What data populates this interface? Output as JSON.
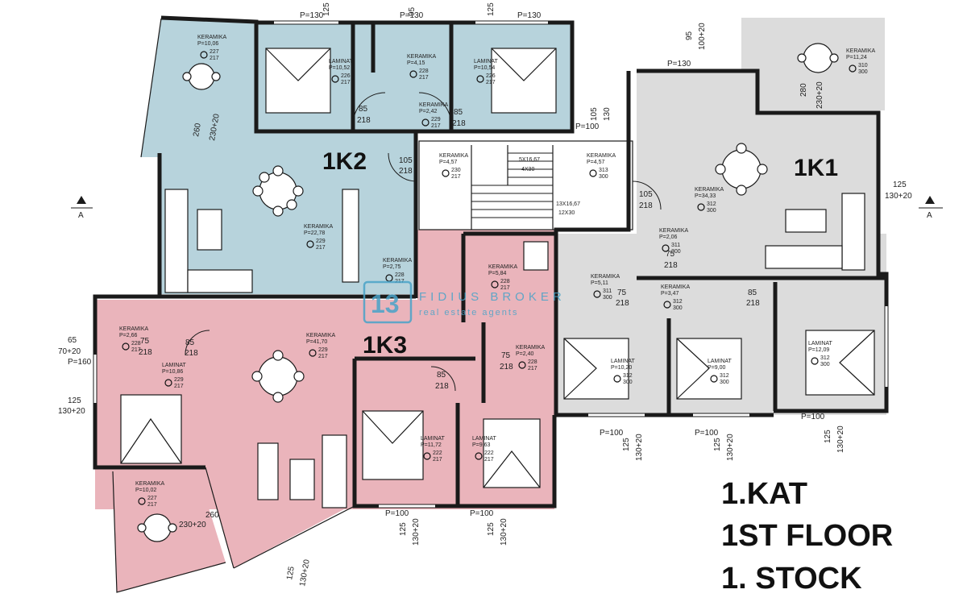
{
  "units": {
    "k2": "1K2",
    "k1": "1K1",
    "k3": "1K3"
  },
  "floor_labels": {
    "kat": "1.KAT",
    "en": "1ST FLOOR",
    "de": "1. STOCK"
  },
  "watermark": {
    "logo": "13",
    "name": "FIDIUS BROKER",
    "tagline": "real estate agents"
  },
  "rooms": {
    "k2_terrace": {
      "material": "KERAMIKA",
      "area": "P=10,06",
      "code_a": "227",
      "code_b": "217"
    },
    "k2_bed1": {
      "material": "LAMINAT",
      "area": "P=10,52",
      "code_a": "226",
      "code_b": "217"
    },
    "k2_bath": {
      "material": "KERAMIKA",
      "area": "P=4,15",
      "code_a": "228",
      "code_b": "217"
    },
    "k2_bed2": {
      "material": "LAMINAT",
      "area": "P=10,54",
      "code_a": "226",
      "code_b": "217"
    },
    "k2_hall": {
      "material": "KERAMIKA",
      "area": "P=2,42",
      "code_a": "229",
      "code_b": "217"
    },
    "k2_living": {
      "material": "KERAMIKA",
      "area": "P=22,78",
      "code_a": "229",
      "code_b": "217"
    },
    "k2_wc": {
      "material": "KERAMIKA",
      "area": "P=2,75",
      "code_a": "228",
      "code_b": "217"
    },
    "stair_left": {
      "material": "KERAMIKA",
      "area": "P=4,57",
      "code_a": "230",
      "code_b": "217"
    },
    "stair_right": {
      "material": "KERAMIKA",
      "area": "P=4,57",
      "code_a": "313",
      "code_b": "300"
    },
    "k1_terrace": {
      "material": "KERAMIKA",
      "area": "P=11,24",
      "code_a": "310",
      "code_b": "300"
    },
    "k1_living": {
      "material": "KERAMIKA",
      "area": "P=34,33",
      "code_a": "312",
      "code_b": "300"
    },
    "k1_wc": {
      "material": "KERAMIKA",
      "area": "P=2,06",
      "code_a": "311",
      "code_b": "300"
    },
    "k1_bath": {
      "material": "KERAMIKA",
      "area": "P=5,11",
      "code_a": "311",
      "code_b": "300"
    },
    "k1_hall": {
      "material": "KERAMIKA",
      "area": "P=3,47",
      "code_a": "312",
      "code_b": "300"
    },
    "k1_bed1": {
      "material": "LAMINAT",
      "area": "P=10,20",
      "code_a": "312",
      "code_b": "300"
    },
    "k1_bed2": {
      "material": "LAMINAT",
      "area": "P=9,00",
      "code_a": "312",
      "code_b": "300"
    },
    "k1_bed3": {
      "material": "LAMINAT",
      "area": "P=12,09",
      "code_a": "312",
      "code_b": "300"
    },
    "k3_bath": {
      "material": "KERAMIKA",
      "area": "P=5,84",
      "code_a": "228",
      "code_b": "217"
    },
    "k3_wc": {
      "material": "KERAMIKA",
      "area": "P=2,40",
      "code_a": "228",
      "code_b": "217"
    },
    "k3_small": {
      "material": "KERAMIKA",
      "area": "P=2,66",
      "code_a": "228",
      "code_b": "217"
    },
    "k3_living": {
      "material": "KERAMIKA",
      "area": "P=41,70",
      "code_a": "229",
      "code_b": "217"
    },
    "k3_bed1": {
      "material": "LAMINAT",
      "area": "P=10,86",
      "code_a": "229",
      "code_b": "217"
    },
    "k3_bed2": {
      "material": "LAMINAT",
      "area": "P=11,72",
      "code_a": "222",
      "code_b": "217"
    },
    "k3_bed3": {
      "material": "LAMINAT",
      "area": "P=9,63",
      "code_a": "222",
      "code_b": "217"
    },
    "k3_terrace": {
      "material": "KERAMIKA",
      "area": "P=10,02",
      "code_a": "227",
      "code_b": "217"
    }
  },
  "stairs": {
    "upper": "5X16,67",
    "upper_b": "4X30",
    "lower": "13X16,67",
    "lower_b": "12X30"
  },
  "dimensions": {
    "d85": "85",
    "d218": "218",
    "d95": "95",
    "d75": "75",
    "d105": "105",
    "d125": "125",
    "d130": "130",
    "d100_20": "100+20",
    "d130_20": "130+20",
    "d230_20": "230+20",
    "d260": "260",
    "d280": "280",
    "d65": "65",
    "d70_20": "70+20",
    "p100": "P=100",
    "p130": "P=130",
    "p160": "P=160"
  },
  "section_marks": {
    "left": "A",
    "right": "A"
  },
  "colors": {
    "k2": "#b7d3dc",
    "k1": "#dcdcdc",
    "k3": "#eab4bb",
    "wall": "#1a1a1a",
    "accent": "#4aa3c8"
  }
}
